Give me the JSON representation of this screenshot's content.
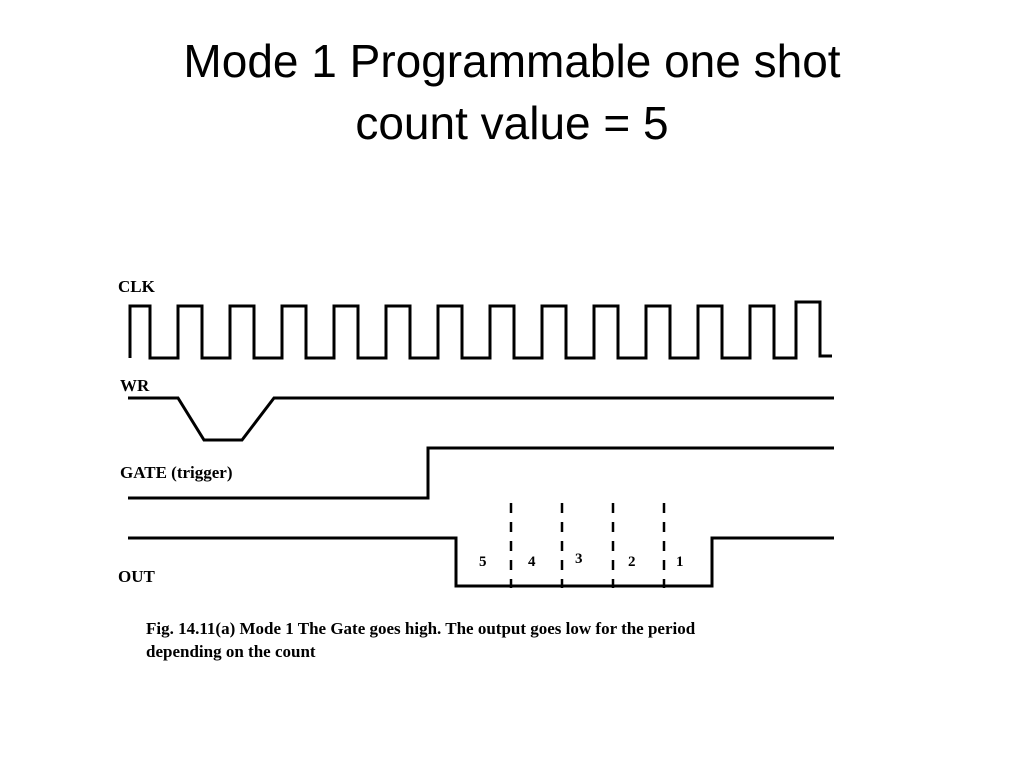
{
  "title": {
    "line1": "Mode 1 Programmable one shot",
    "line2": "count value = 5"
  },
  "signals": {
    "clk": "CLK",
    "wr": "WR",
    "gate": "GATE (trigger)",
    "out": "OUT"
  },
  "count_labels": [
    "5",
    "4",
    "3",
    "2",
    "1"
  ],
  "caption": {
    "line1": "Fig. 14.11(a) Mode 1 The Gate goes high. The output goes low for the period",
    "line2": "depending on the count"
  },
  "colors": {
    "ink": "#000000",
    "background": "#ffffff"
  }
}
